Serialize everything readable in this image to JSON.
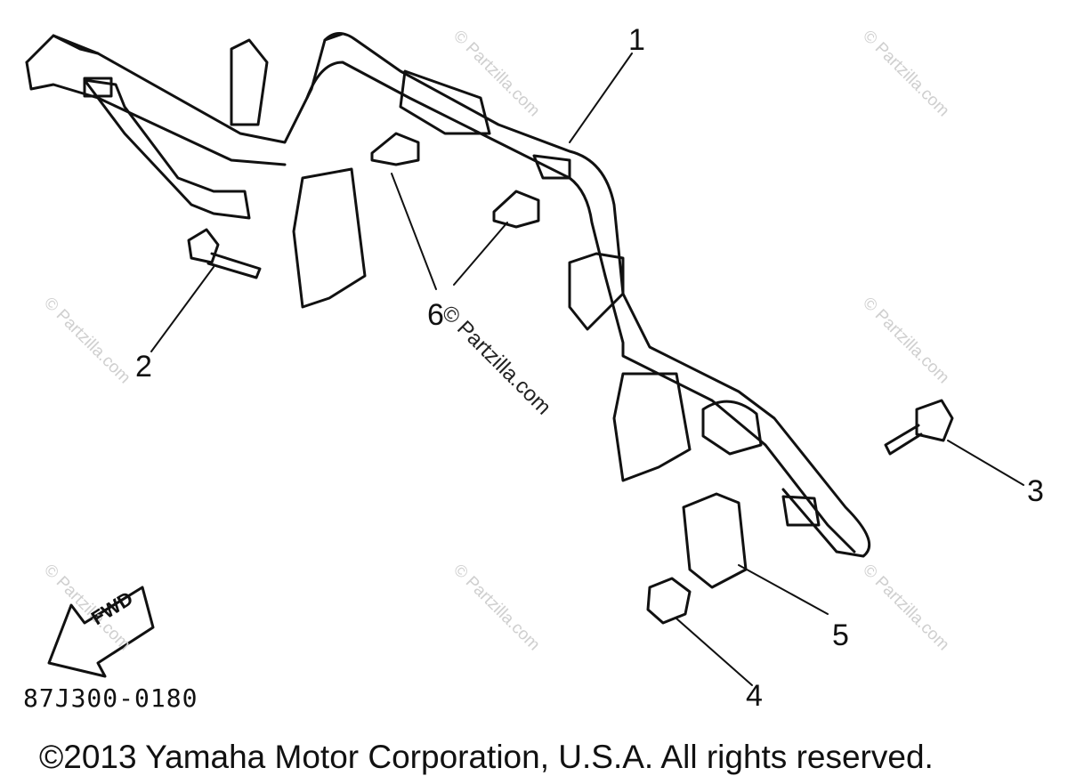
{
  "callouts": {
    "part_1": "1",
    "part_2": "2",
    "part_3": "3",
    "part_4": "4",
    "part_5": "5",
    "part_6": "6"
  },
  "direction_arrow_label": "FWD",
  "diagram_code": "87J300-0180",
  "copyright": "©2013 Yamaha Motor Corporation, U.S.A. All rights reserved.",
  "watermark": "© Partzilla.com",
  "colors": {
    "line": "#111111",
    "watermark": "#cfcfcf",
    "background": "#ffffff"
  }
}
